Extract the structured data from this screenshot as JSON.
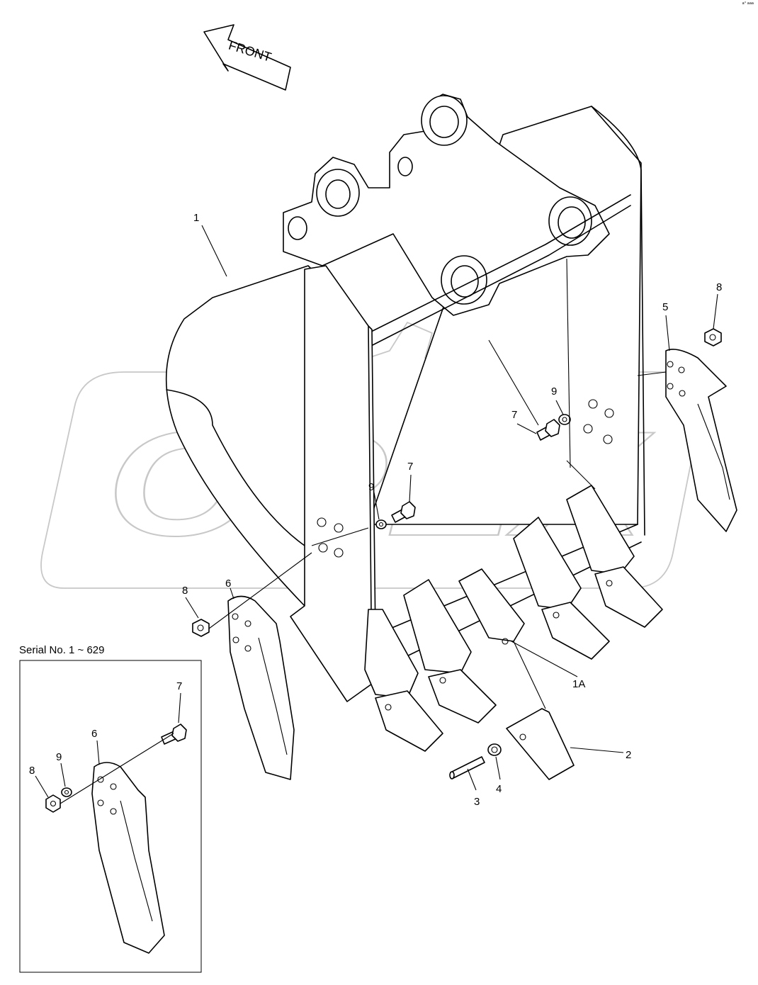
{
  "diagram": {
    "front_arrow_label": "FRONT",
    "watermark_text": "OPEX",
    "corner_mark": "a° aaa",
    "inset": {
      "title": "Serial No. 1 ~ 629",
      "callouts": [
        "8",
        "9",
        "6",
        "7"
      ]
    },
    "callouts": {
      "bucket": "1",
      "adapter": "1A",
      "tooth_point": "2",
      "pin": "3",
      "lock_washer": "4",
      "side_cutter_right": "5",
      "side_cutter_left": "6",
      "bolt_upper": "7",
      "bolt_lower": "7",
      "washer_upper": "9",
      "washer_lower": "9",
      "nut_right": "8",
      "nut_left": "8"
    }
  }
}
